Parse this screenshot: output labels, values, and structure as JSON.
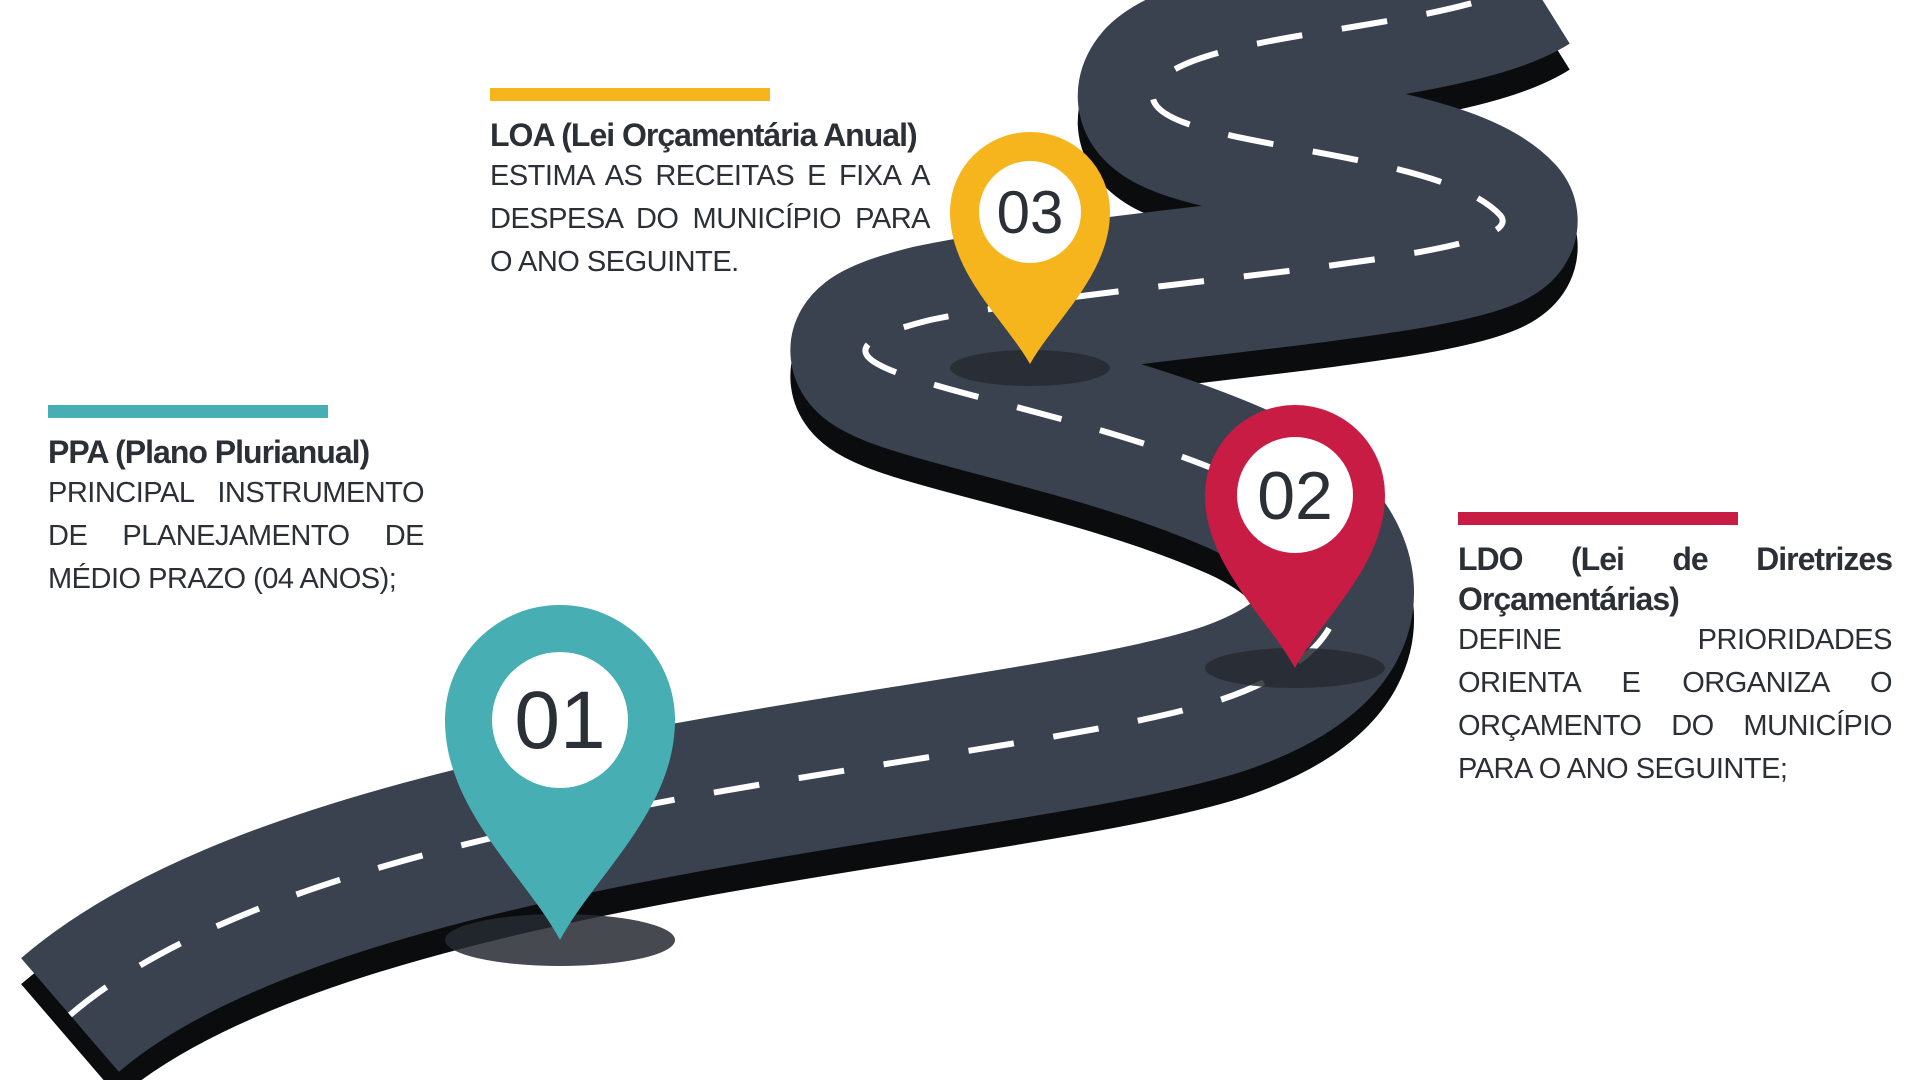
{
  "colors": {
    "road": "#3a414f",
    "road_edge": "#0b0c0e",
    "teal": "#47aeb4",
    "crimson": "#c81c45",
    "yellow": "#f6b51c",
    "text": "#2b2f36"
  },
  "markers": [
    {
      "number": "01",
      "color_key": "teal"
    },
    {
      "number": "02",
      "color_key": "crimson"
    },
    {
      "number": "03",
      "color_key": "yellow"
    }
  ],
  "blocks": {
    "ppa": {
      "title": "PPA (Plano Plurianual)",
      "description": "PRINCIPAL INSTRUMENTO DE PLANEJAMENTO DE MÉDIO PRAZO (04 ANOS);"
    },
    "loa": {
      "title": "LOA (Lei Orçamentária Anual)",
      "description": "ESTIMA AS RECEITAS E FIXA A DESPESA DO MUNICÍPIO PARA O ANO SEGUINTE."
    },
    "ldo": {
      "title": "LDO (Lei de Diretrizes Orçamentárias)",
      "description": "DEFINE PRIORIDADES ORIENTA E ORGANIZA O ORÇAMENTO DO MUNICÍPIO PARA O ANO SEGUINTE;"
    }
  }
}
